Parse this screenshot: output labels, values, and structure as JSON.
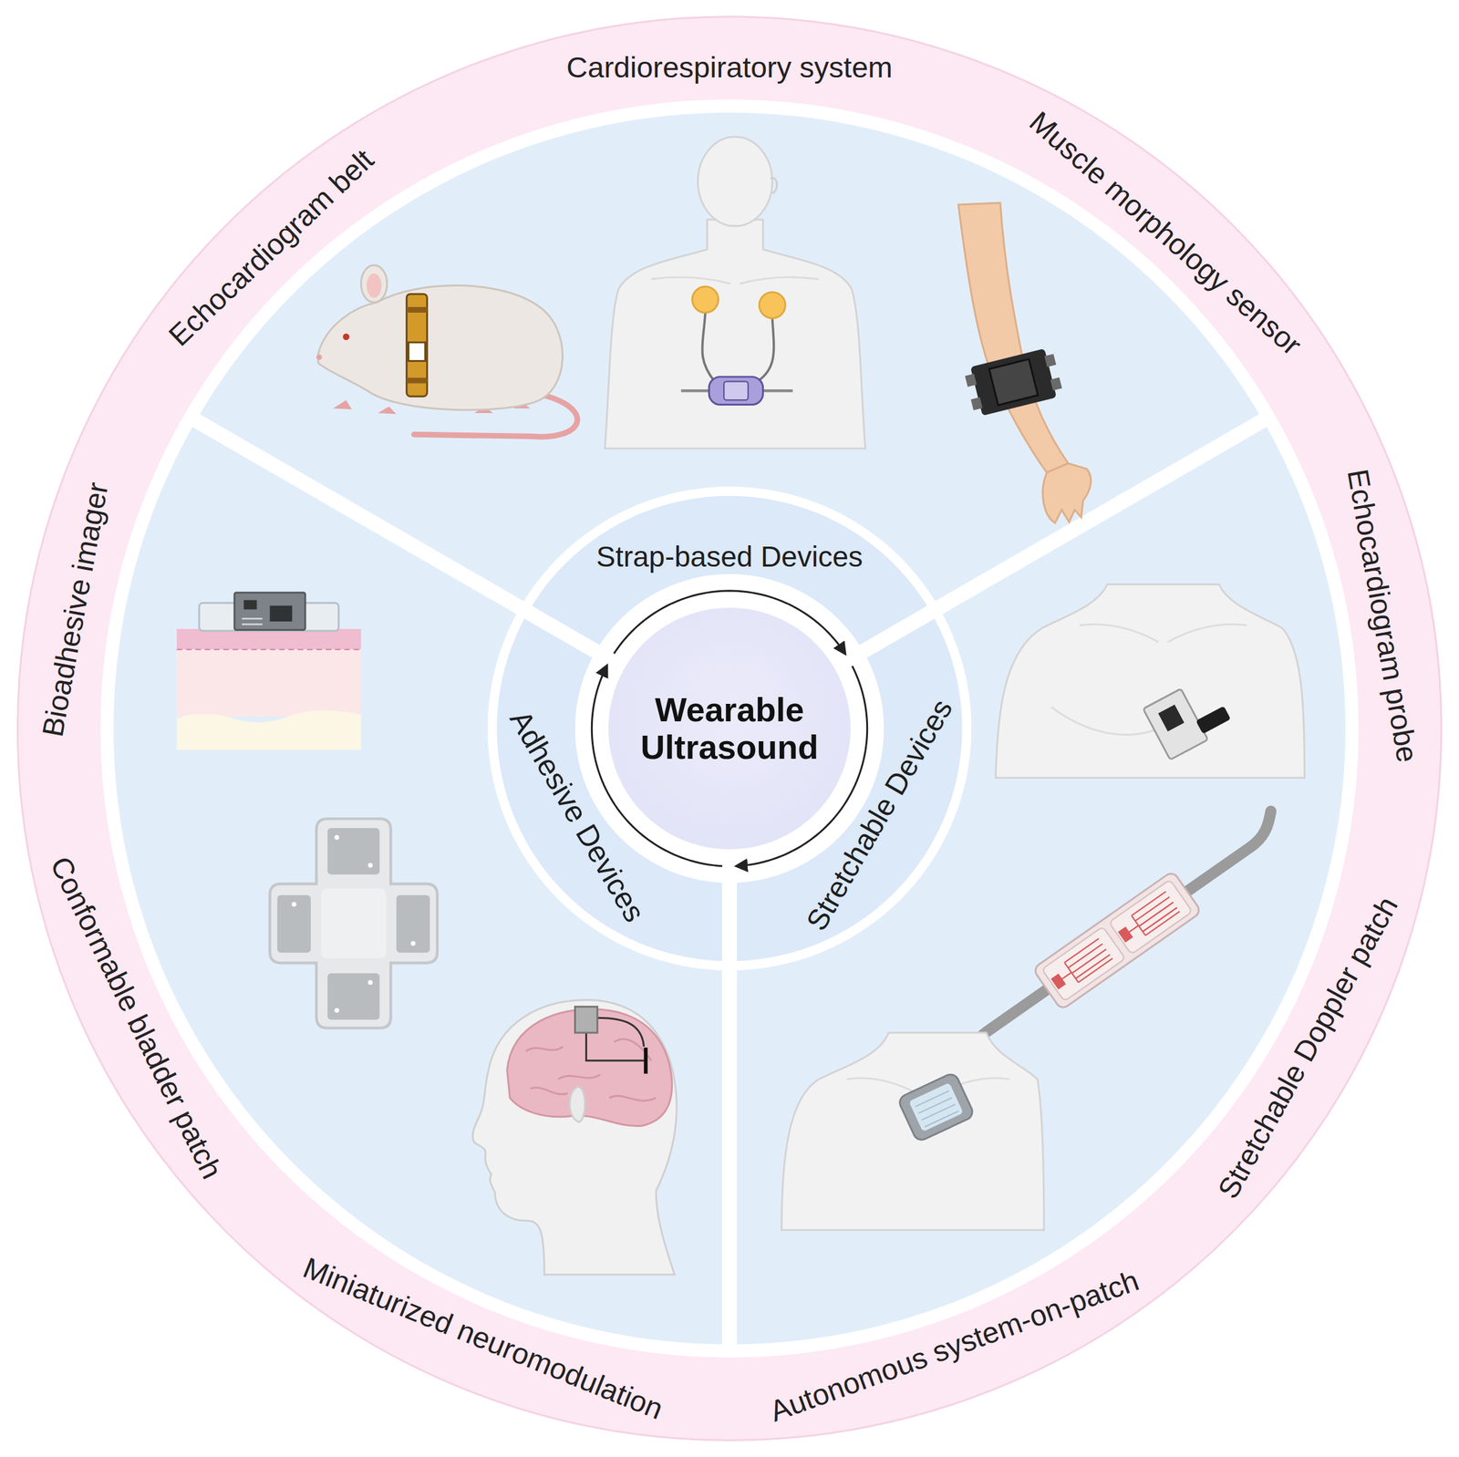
{
  "diagram": {
    "nodes": [
      {
        "text": [
          "Wearable Ultrasound"
        ]
      },
      {
        "text": [
          "Strap-based Devices"
        ]
      },
      {
        "text": [
          "Stretchable Devices"
        ]
      },
      {
        "text": [
          "Adhesive Devices"
        ]
      }
    ],
    "edges": [
      {
        "from": 1,
        "to": 2,
        "arrow": "to"
      },
      {
        "from": 2,
        "to": 3,
        "arrow": "to"
      },
      {
        "from": 3,
        "to": 1,
        "arrow": "to"
      }
    ],
    "labels": [
      "Cardiorespiratory system",
      "Muscle morphology sensor",
      "Echocardiogram probe",
      "Stretchable Doppler patch",
      "Autonomous system-on-patch",
      "Miniaturized neuromodulation",
      "Conformable bladder patch",
      "Bioadhesive imager",
      "Echocardiogram belt"
    ]
  }
}
